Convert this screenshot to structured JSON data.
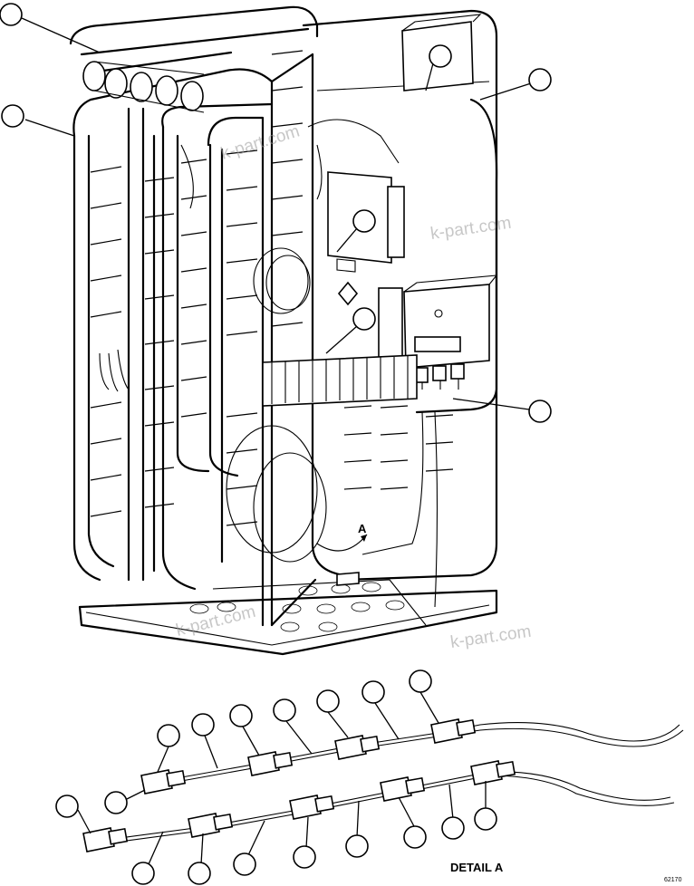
{
  "detail_marker": "A",
  "detail_title": "DETAIL A",
  "drawing_number": "62170",
  "watermark": "k-part.com"
}
